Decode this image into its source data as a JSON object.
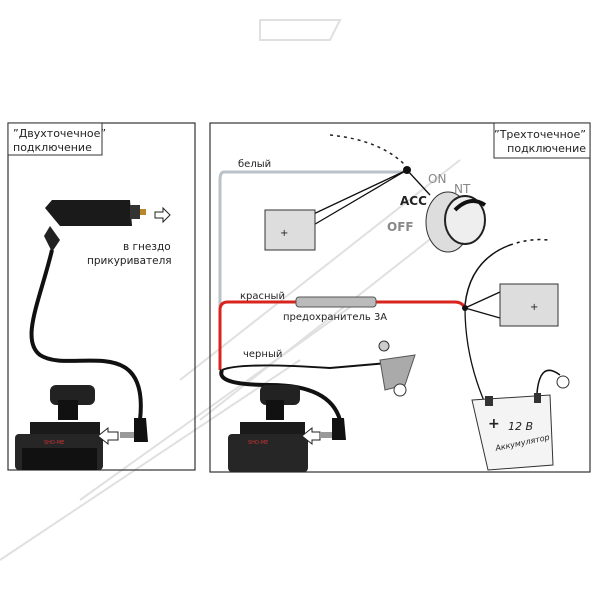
{
  "left_panel": {
    "title_line1": "”Двухточечное”",
    "title_line2": "подключение",
    "socket_label_line1": "в гнездо",
    "socket_label_line2": "прикуривателя",
    "device_brand": "SHO-ME"
  },
  "right_panel": {
    "title_line1": "”Трехточечное”",
    "title_line2": "подключение",
    "wire_white": "белый",
    "wire_red": "красный",
    "wire_black": "черный",
    "fuse_label": "предохранитель 3А",
    "ignition": {
      "on": "ON",
      "nt": "NT",
      "acc": "ACC",
      "off": "OFF"
    },
    "battery": {
      "plus": "+",
      "voltage": "12 В",
      "label": "Аккумулятор"
    },
    "device_brand": "SHO-ME"
  },
  "colors": {
    "red_wire": "#d8241c",
    "white_wire": "#b8c2c8",
    "black_wire": "#111111",
    "frame": "#333333"
  }
}
